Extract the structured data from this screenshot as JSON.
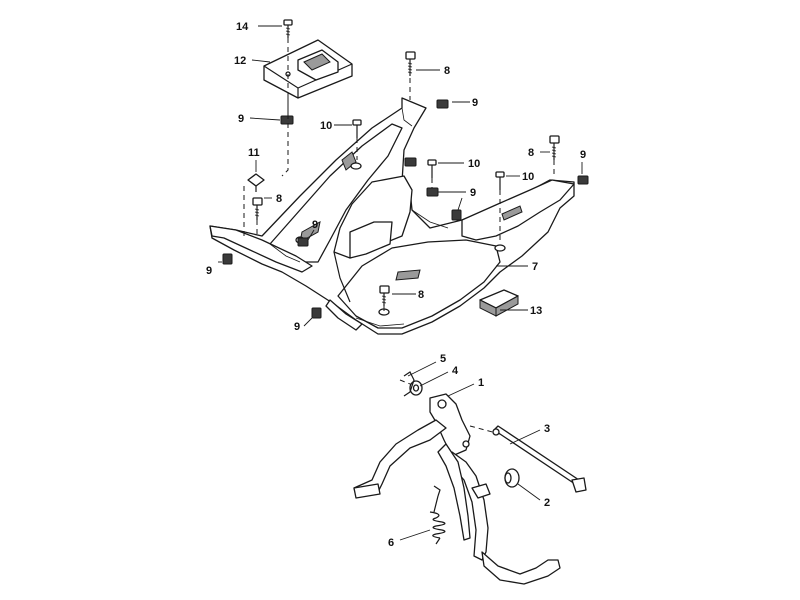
{
  "callouts": {
    "c14": "14",
    "c12": "12",
    "c8a": "8",
    "c9a": "9",
    "c9b": "9",
    "c10a": "10",
    "c11": "11",
    "c8b": "8",
    "c10b": "10",
    "c8c": "8",
    "c9c": "9",
    "c10c": "10",
    "c9d": "9",
    "c9e": "9",
    "c9f": "9",
    "c7": "7",
    "c8d": "8",
    "c13": "13",
    "c9g": "9",
    "c5": "5",
    "c4": "4",
    "c1": "1",
    "c3": "3",
    "c2": "2",
    "c6": "6"
  }
}
